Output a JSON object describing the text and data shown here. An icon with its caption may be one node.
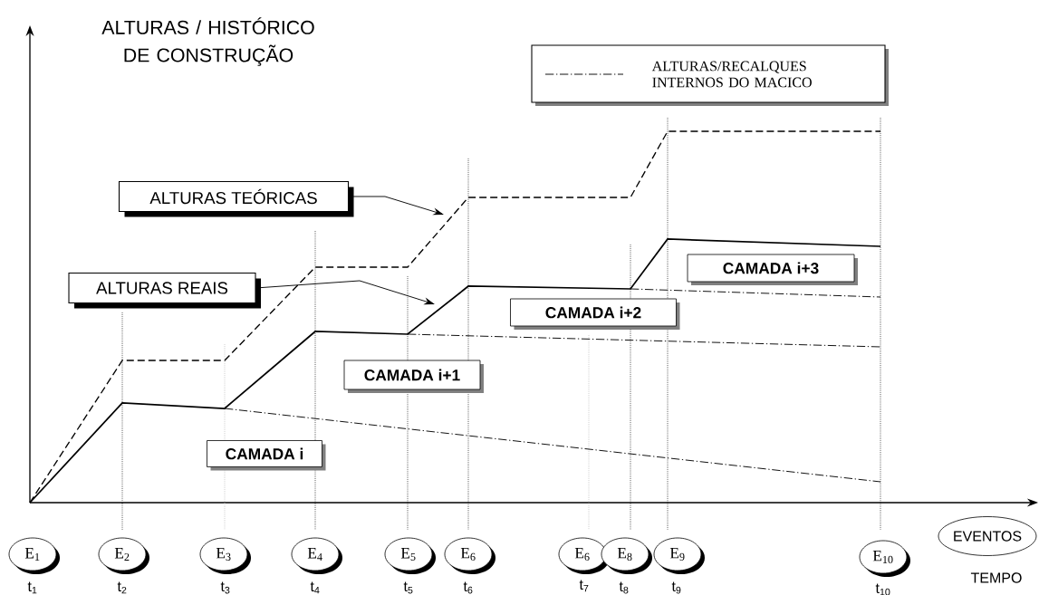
{
  "diagram": {
    "nodes": [
      {
        "text": [
          "ALTURAS TEÓRICAS"
        ]
      },
      {
        "text": [
          "ALTURAS REAIS"
        ]
      },
      {
        "text": [
          "CAMADA i+3"
        ]
      },
      {
        "text": [
          "CAMADA i+2"
        ]
      },
      {
        "text": [
          "CAMADA i+1"
        ]
      },
      {
        "text": [
          "CAMADA i"
        ]
      },
      {
        "text": [
          "E$_{1}$"
        ],
        "beside": [
          "t$_{1}$"
        ]
      },
      {
        "text": [
          "E$_{2}$"
        ],
        "beside": [
          "t$_{2}$"
        ]
      },
      {
        "text": [
          "E$_{3}$"
        ],
        "beside": [
          "t$_{3}$"
        ]
      },
      {
        "text": [
          "E$_{4}$"
        ],
        "beside": [
          "t$_{4}$"
        ]
      },
      {
        "text": [
          "E$_{5}$"
        ],
        "beside": [
          "t$_{5}$"
        ]
      },
      {
        "text": [
          "E$_{6}$"
        ],
        "beside": [
          "t$_{6}$"
        ]
      },
      {
        "text": [
          "E$_{6}$"
        ],
        "beside": [
          "t$_{7}$"
        ]
      },
      {
        "text": [
          "E$_{8}$"
        ],
        "beside": [
          "t$_{8}$"
        ]
      },
      {
        "text": [
          "E$_{9}$"
        ],
        "beside": [
          "t$_{9}$"
        ]
      },
      {
        "text": [
          "E$_{10}$"
        ],
        "beside": [
          "t$_{10}$"
        ]
      },
      {
        "text": [
          "EVENTOS"
        ],
        "beside": [
          "TEMPO"
        ]
      }
    ],
    "edges": [
      {
        "from": 0,
        "to": null,
        "arrow": "to"
      },
      {
        "from": 1,
        "to": null,
        "arrow": "to"
      }
    ],
    "labels": [
      "ALTURAS / HISTÓRICO DE CONSTRUÇÃO"
    ],
    "legend": [
      {
        "text": "ALTURAS/RECALQUES INTERNOS DO MACICO"
      }
    ]
  }
}
